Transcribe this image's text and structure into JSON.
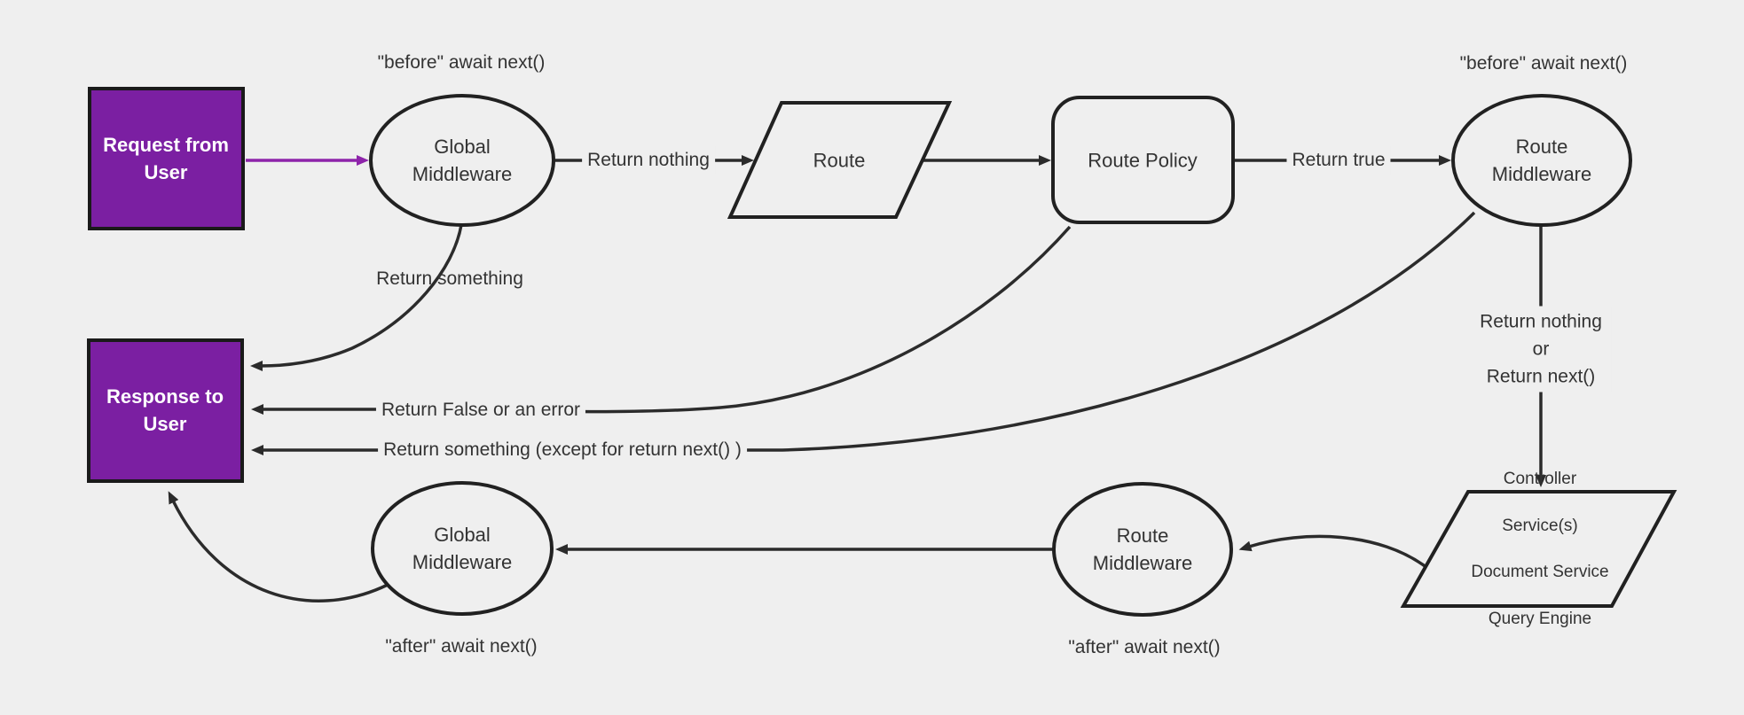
{
  "diagram": {
    "background_color": "#efefef",
    "accent_purple": "#7b1fa2",
    "arrow_purple": "#8e24aa",
    "line_color": "#2b2b2b",
    "nodes": {
      "request": {
        "label": "Request from User"
      },
      "global_middleware_top": {
        "label": "Global Middleware"
      },
      "route": {
        "label": "Route"
      },
      "route_policy": {
        "label": "Route Policy"
      },
      "route_middleware_top": {
        "label": "Route Middleware"
      },
      "controller": {
        "lines": [
          "Controller",
          "Service(s)",
          "Document Service",
          "Query Engine"
        ]
      },
      "route_middleware_bottom": {
        "label": "Route Middleware"
      },
      "global_middleware_bottom": {
        "label": "Global Middleware"
      },
      "response": {
        "label": "Response to User"
      }
    },
    "edge_labels": {
      "before_await_left": "\"before\" await next()",
      "before_await_right": "\"before\" await next()",
      "after_await_left": "\"after\" await next()",
      "after_await_right": "\"after\" await next()",
      "return_nothing": "Return nothing",
      "return_true": "Return true",
      "return_something": "Return something",
      "return_false_or_error": "Return False or an error",
      "return_something_except": "Return something (except for return next() )",
      "return_nothing_or": [
        "Return nothing",
        "or",
        "Return next()"
      ]
    }
  }
}
